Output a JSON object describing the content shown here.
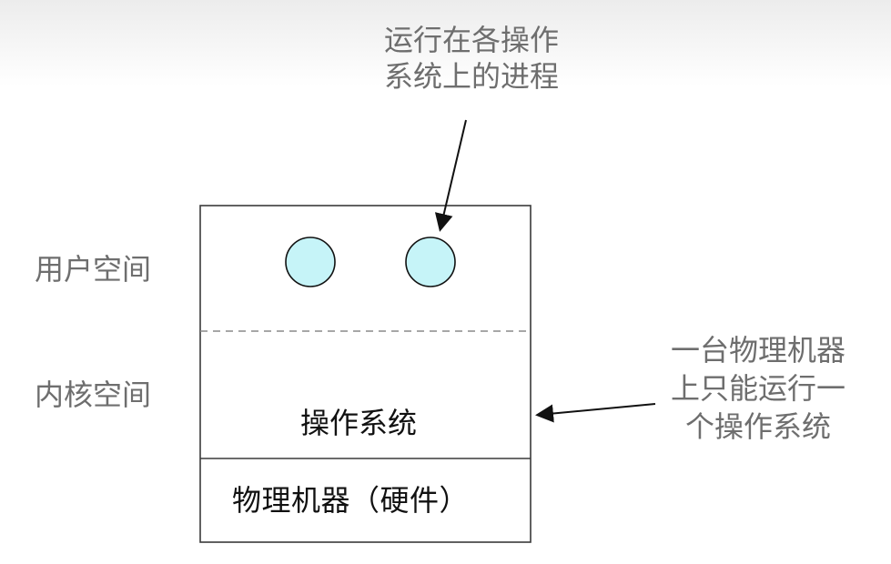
{
  "labels": {
    "top_callout_line1": "运行在各操作",
    "top_callout_line2": "系统上的进程",
    "user_space": "用户空间",
    "kernel_space": "内核空间",
    "operating_system": "操作系统",
    "physical_machine": "物理机器（硬件）",
    "right_callout_line1": "一台物理机器",
    "right_callout_line2": "上只能运行一",
    "right_callout_line3": "个操作系统"
  },
  "colors": {
    "process_fill": "#c6f4f8",
    "outline": "#3a3a3a",
    "dashed_divider": "#8a8a8a",
    "callout_text": "#6e6e6e"
  }
}
